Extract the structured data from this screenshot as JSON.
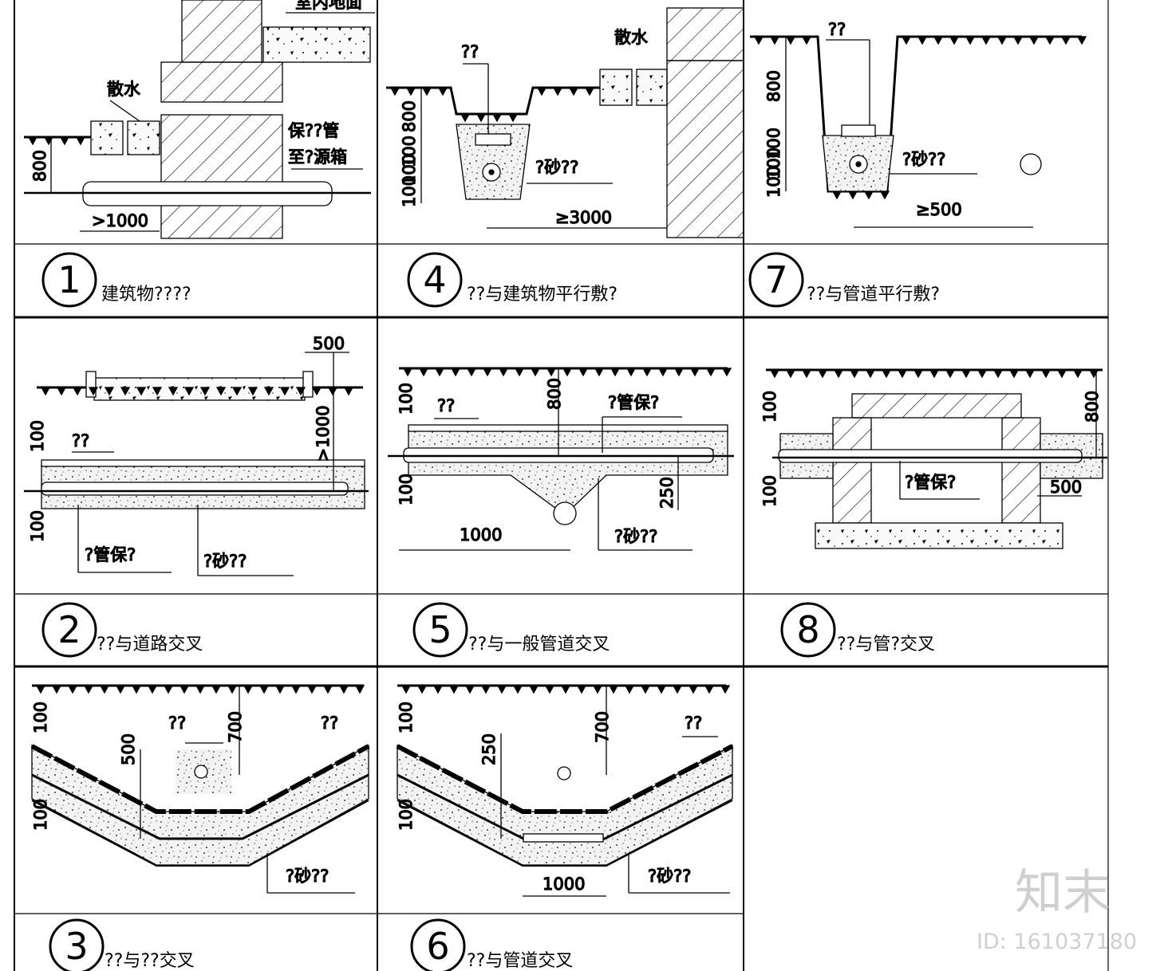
{
  "panels": [
    {
      "number": "1",
      "caption": "建筑物????",
      "labels": {
        "floor": "室内地面",
        "apron": "散水",
        "sleeve": "保??管",
        "to_box": "至?源箱",
        "dim_depth": "800",
        "dim_dist": ">1000"
      }
    },
    {
      "number": "4",
      "caption": "??与建筑物平行敷?",
      "labels": {
        "cover": "??",
        "apron": "散水",
        "sand": "?砂??",
        "dim_a": "800",
        "dim_b": "100",
        "dim_c": "100",
        "dim_d": "100",
        "dim_dist": "≥3000"
      }
    },
    {
      "number": "7",
      "caption": "??与管道平行敷?",
      "labels": {
        "cover": "??",
        "sand": "?砂??",
        "dim_a": "800",
        "dim_b": "100",
        "dim_c": "100",
        "dim_d": "100",
        "dim_dist": "≥500"
      }
    },
    {
      "number": "2",
      "caption": "??与道路交叉",
      "labels": {
        "dim_top": "500",
        "cover": "??",
        "dim_a": "100",
        "dim_b": "100",
        "dim_side": ">1000",
        "sleeve": "?管保?",
        "sand": "?砂??"
      }
    },
    {
      "number": "5",
      "caption": "??与一般管道交叉",
      "labels": {
        "cover": "??",
        "dim_a": "100",
        "dim_b": "100",
        "dim_v": "800",
        "sleeve": "?管保?",
        "dim_250": "250",
        "dim_dist": "1000",
        "sand": "?砂??"
      }
    },
    {
      "number": "8",
      "caption": "??与管?交叉",
      "labels": {
        "dim_a": "100",
        "dim_b": "100",
        "dim_v": "800",
        "sleeve": "?管保?",
        "dim_500": "500"
      }
    },
    {
      "number": "3",
      "caption": "??与??交叉",
      "labels": {
        "dim_a": "100",
        "dim_b": "100",
        "dim_500": "500",
        "cover_l": "??",
        "cover_r": "??",
        "dim_700": "700",
        "sand": "?砂??"
      }
    },
    {
      "number": "6",
      "caption": "??与管道交叉",
      "labels": {
        "dim_a": "100",
        "dim_b": "100",
        "dim_250": "250",
        "cover": "??",
        "dim_700": "700",
        "dim_dist": "1000",
        "sand": "?砂??"
      }
    }
  ],
  "watermark": {
    "logo": "知末",
    "id": "ID: 161037180"
  }
}
